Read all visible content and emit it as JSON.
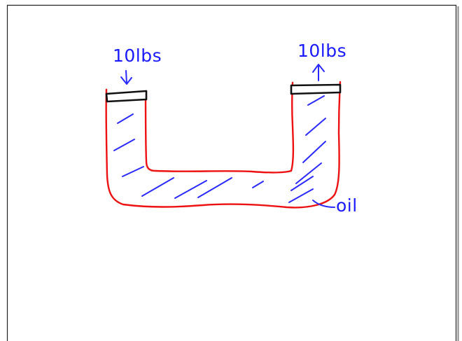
{
  "diagram": {
    "left_label": "10lbs",
    "right_label": "10lbs",
    "fluid_label": "oil",
    "colors": {
      "container": "#ee1111",
      "annotation": "#2a2aff",
      "piston": "#111111",
      "frame": "#333333",
      "background": "#ffffff"
    },
    "left_arrow_direction": "down",
    "right_arrow_direction": "up"
  }
}
